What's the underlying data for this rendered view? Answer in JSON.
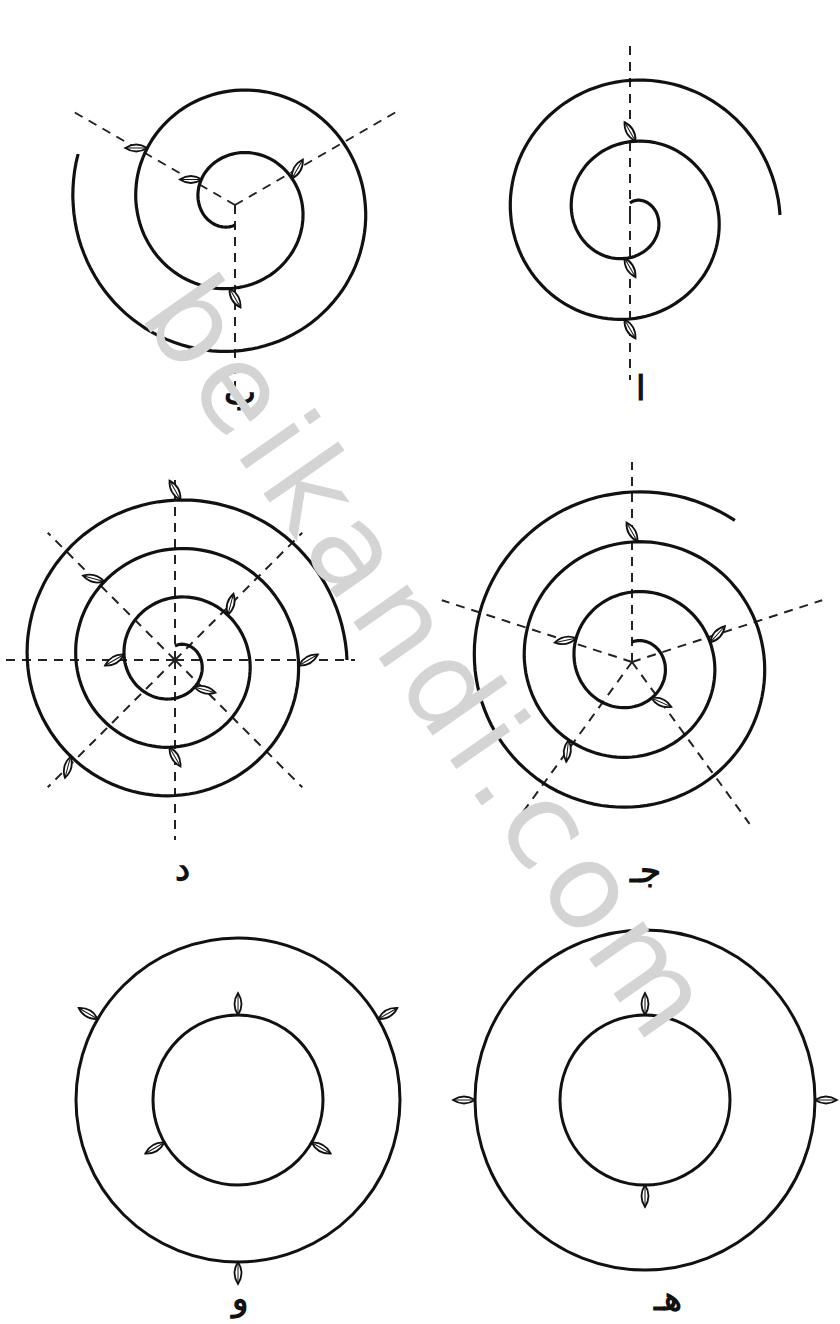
{
  "diagram": {
    "labels": [
      "ا",
      "ب",
      "جـ",
      "د",
      "هـ",
      "و",
      "beikandi.com"
    ]
  }
}
